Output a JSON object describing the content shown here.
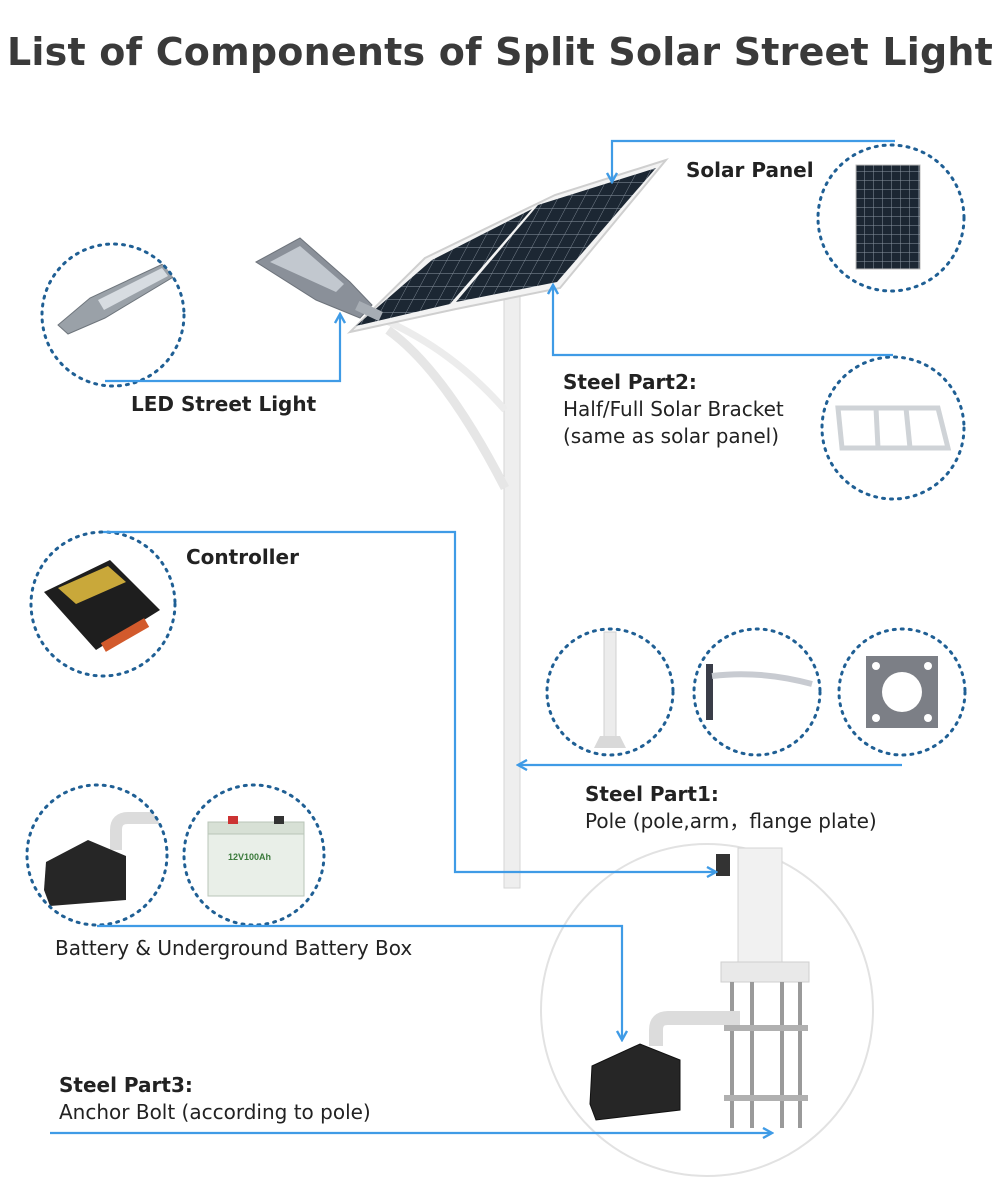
{
  "title": "List of Components of Split Solar Street Light",
  "labels": {
    "solar_panel": "Solar Panel",
    "led_street_light": "LED Street Light",
    "steel_part2_title": "Steel Part2:",
    "steel_part2_line1": "Half/Full Solar Bracket",
    "steel_part2_line2": "(same as solar panel)",
    "controller": "Controller",
    "steel_part1_title": "Steel Part1:",
    "steel_part1_line1": "Pole (pole,arm，flange plate)",
    "battery": "Battery & Underground Battery Box",
    "steel_part3_title": "Steel Part3:",
    "steel_part3_line1": "Anchor Bolt (according to pole)"
  },
  "battery_product_text": "12V100Ah",
  "colors": {
    "arrow": "#3f9be6",
    "dotted_circle": "#1f5f94",
    "title": "#3a3a3a",
    "panel_cell": "#1c2733",
    "pole": "#eeeeee",
    "battery_box": "#2a2a2a"
  }
}
